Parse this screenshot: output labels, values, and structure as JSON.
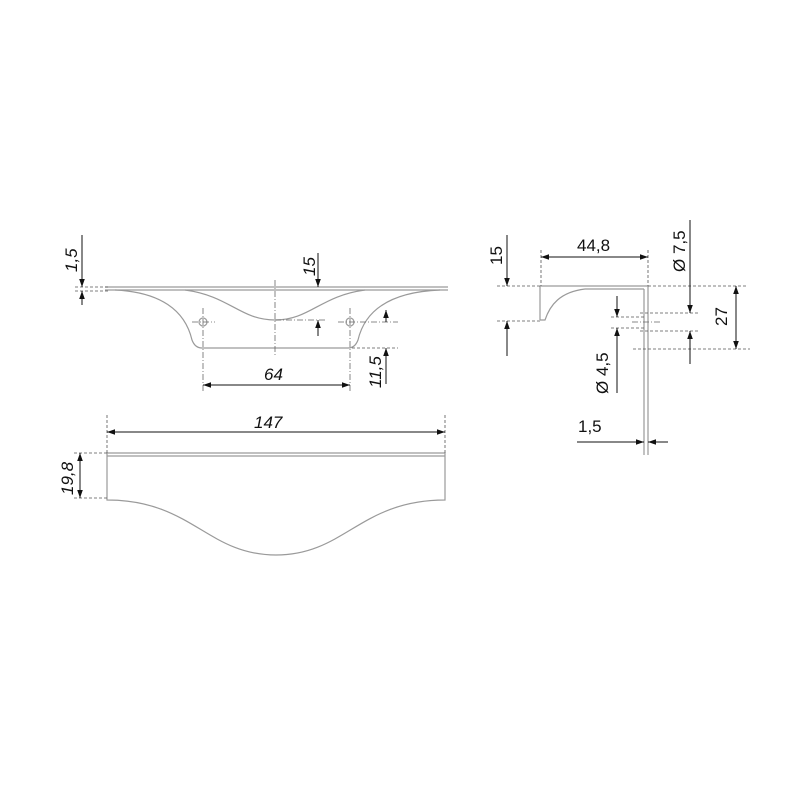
{
  "top_view": {
    "thickness_label": "1,5",
    "depth_label": "15",
    "hole_offset_label": "11,5",
    "hole_spacing_label": "64"
  },
  "front_view": {
    "length_label": "147",
    "height_label": "19,8"
  },
  "side_view": {
    "height_label": "15",
    "width_label": "44,8",
    "large_hole_label": "Ø 7,5",
    "mount_height_label": "27",
    "small_hole_label": "Ø 4,5",
    "wall_thickness_label": "1,5"
  }
}
